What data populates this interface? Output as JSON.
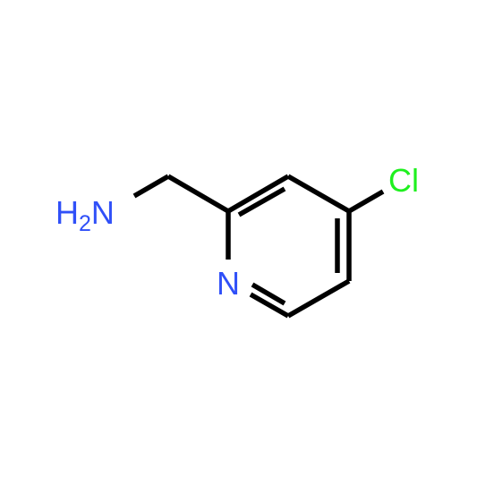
{
  "molecule": {
    "atoms": {
      "amine": {
        "symbol": "H",
        "subscript": "2",
        "suffix": "N",
        "color": "#3050F8"
      },
      "ring_nitrogen": {
        "symbol": "N",
        "color": "#3050F8"
      },
      "chlorine": {
        "symbol": "Cl",
        "color": "#1FF01F"
      }
    },
    "bond_color": "#000000"
  }
}
